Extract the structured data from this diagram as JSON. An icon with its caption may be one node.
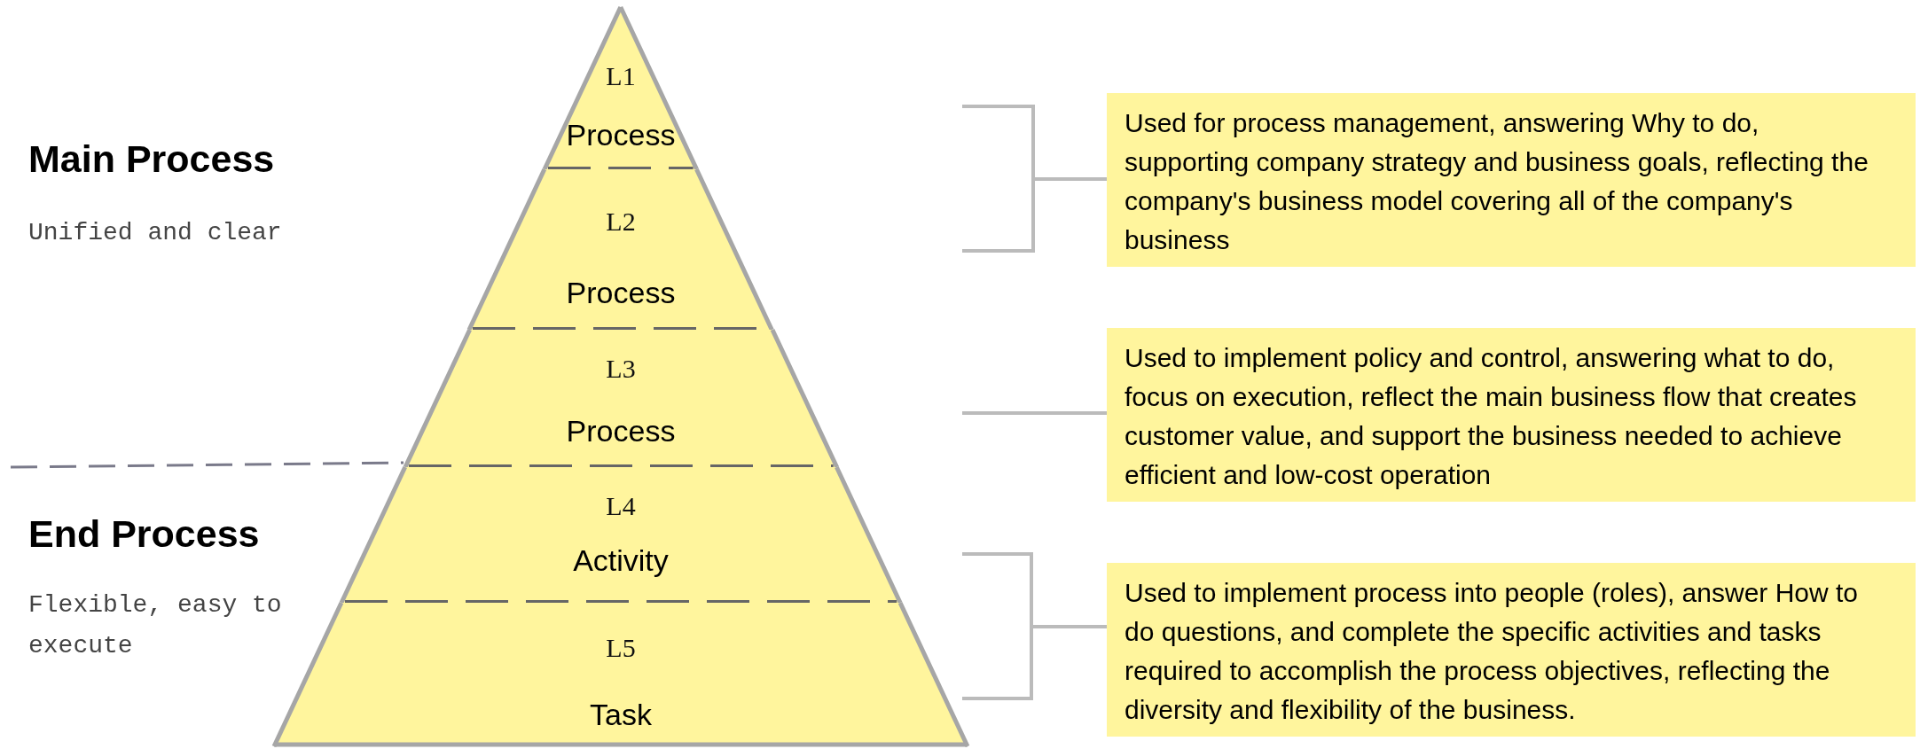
{
  "diagram": {
    "nodes": [
      {
        "text": [
          "L1",
          "Process"
        ]
      },
      {
        "text": [
          "L2",
          "Process"
        ]
      },
      {
        "text": [
          "L3",
          "Process"
        ]
      },
      {
        "text": [
          "L4",
          "Activity"
        ]
      },
      {
        "text": [
          "L5",
          "Task"
        ]
      },
      {
        "text": [
          "Used for process management, answering Why to do, supporting company strategy and business goals, reflecting the company's business model covering all of the company's business"
        ]
      },
      {
        "text": [
          "Used to implement policy and control, answering what to do, focus on execution, reflect the main business flow that creates customer value, and support the business needed to achieve efficient and low-cost operation"
        ]
      },
      {
        "text": [
          "Used to implement process into people (roles), answer How to do questions, and complete the specific activities and tasks required to accomplish the process objectives, reflecting the diversity and flexibility of the business."
        ]
      }
    ],
    "labels": [
      "Main Process",
      "Unified and clear",
      "End Process",
      "Flexible, easy to execute"
    ]
  }
}
